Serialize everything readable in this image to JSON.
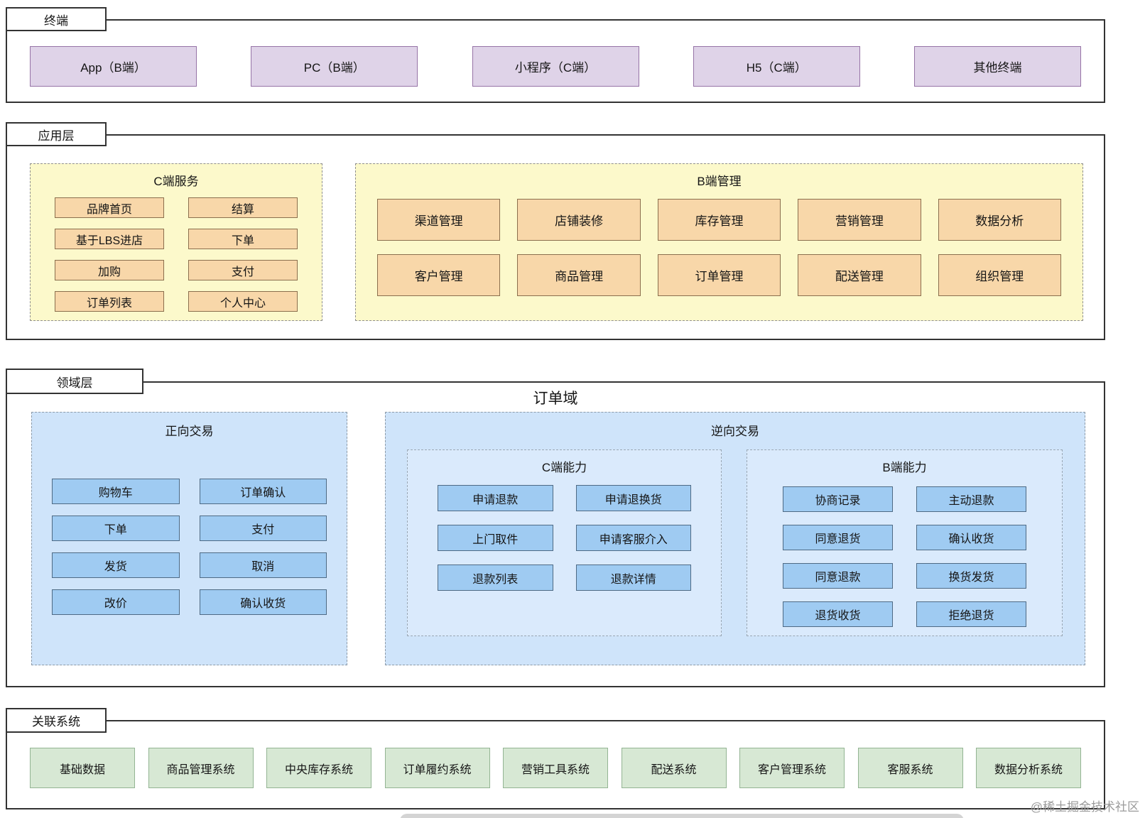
{
  "sections": {
    "terminal": {
      "label": "终端",
      "boxes": [
        "App（B端）",
        "PC（B端）",
        "小程序（C端）",
        "H5（C端）",
        "其他终端"
      ]
    },
    "application": {
      "label": "应用层",
      "c_service": {
        "title": "C端服务",
        "boxes": [
          "品牌首页",
          "结算",
          "基于LBS进店",
          "下单",
          "加购",
          "支付",
          "订单列表",
          "个人中心"
        ]
      },
      "b_manage": {
        "title": "B端管理",
        "boxes": [
          "渠道管理",
          "店铺装修",
          "库存管理",
          "营销管理",
          "数据分析",
          "客户管理",
          "商品管理",
          "订单管理",
          "配送管理",
          "组织管理"
        ]
      }
    },
    "domain": {
      "label": "领域层",
      "title": "订单域",
      "forward": {
        "title": "正向交易",
        "boxes": [
          "购物车",
          "订单确认",
          "下单",
          "支付",
          "发货",
          "取消",
          "改价",
          "确认收货"
        ]
      },
      "reverse": {
        "title": "逆向交易",
        "c_ability": {
          "title": "C端能力",
          "boxes": [
            "申请退款",
            "申请退换货",
            "上门取件",
            "申请客服介入",
            "退款列表",
            "退款详情"
          ]
        },
        "b_ability": {
          "title": "B端能力",
          "boxes": [
            "协商记录",
            "主动退款",
            "同意退货",
            "确认收货",
            "同意退款",
            "换货发货",
            "退货收货",
            "拒绝退货"
          ]
        }
      }
    },
    "related": {
      "label": "关联系统",
      "boxes": [
        "基础数据",
        "商品管理系统",
        "中央库存系统",
        "订单履约系统",
        "营销工具系统",
        "配送系统",
        "客户管理系统",
        "客服系统",
        "数据分析系统"
      ]
    }
  },
  "watermark": "@稀土掘金技术社区",
  "colors": {
    "terminal_node_fill": "#DFD3E8",
    "terminal_node_border": "#9673A6",
    "app_panel_fill": "#FCF9CB",
    "app_node_fill": "#F8D7A9",
    "domain_panel_fill": "#CFE4FA",
    "domain_inner_panel_fill": "#DAEAFC",
    "domain_node_fill": "#9FCBF2",
    "related_node_fill": "#D7E8D4",
    "section_border": "#333333"
  }
}
